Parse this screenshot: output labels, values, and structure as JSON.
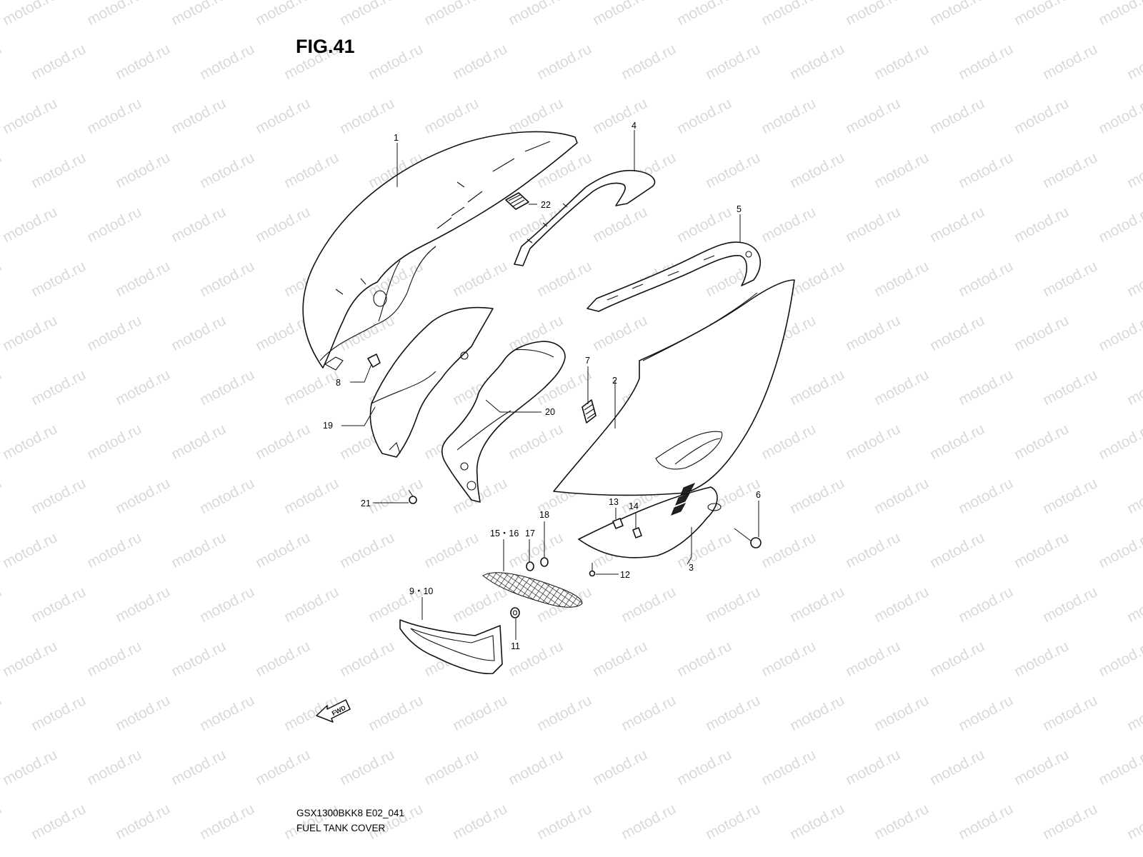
{
  "figure": {
    "title": "FIG.41"
  },
  "watermark": {
    "text": "motod.ru"
  },
  "callouts": {
    "c1": "1",
    "c2": "2",
    "c3": "3",
    "c4": "4",
    "c5": "5",
    "c6": "6",
    "c7": "7",
    "c8": "8",
    "c9_10": "9・10",
    "c11": "11",
    "c12": "12",
    "c13": "13",
    "c14": "14",
    "c15_16": "15・16",
    "c17": "17",
    "c18": "18",
    "c19": "19",
    "c20": "20",
    "c21": "21",
    "c22": "22"
  },
  "direction_arrow": {
    "label": "FWD"
  },
  "footer": {
    "code": "GSX1300BKK8 E02_041",
    "title": "FUEL TANK COVER"
  }
}
